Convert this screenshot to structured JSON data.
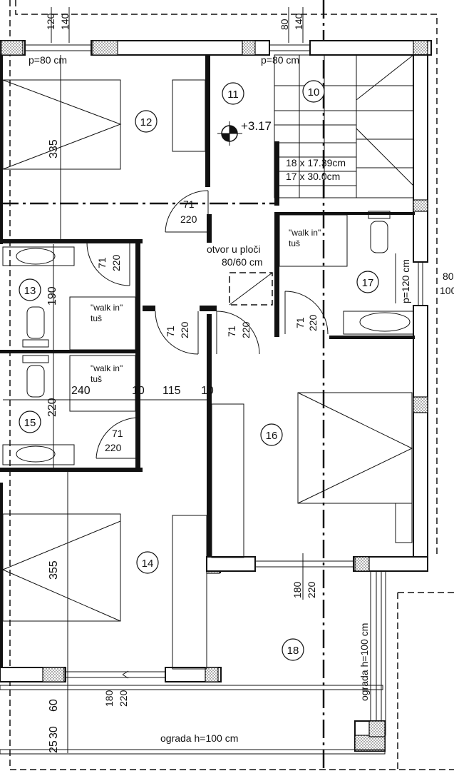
{
  "rooms": [
    {
      "number": "10"
    },
    {
      "number": "11"
    },
    {
      "number": "12"
    },
    {
      "number": "13"
    },
    {
      "number": "14"
    },
    {
      "number": "15"
    },
    {
      "number": "16"
    },
    {
      "number": "17"
    },
    {
      "number": "18"
    }
  ],
  "level_marker": "+3.17",
  "stairs": {
    "line1": "18 x 17.39cm",
    "line2": "17 x 30.0cm"
  },
  "opening": {
    "line1": "otvor u ploči",
    "line2": "80/60 cm"
  },
  "showers": [
    {
      "line1": "\"walk in\"",
      "line2": "tuš"
    },
    {
      "line1": "\"walk in\"",
      "line2": "tuš"
    },
    {
      "line1": "\"walk in\"",
      "line2": "tuš"
    }
  ],
  "windows": {
    "p80_left": "p=80 cm",
    "p80_right": "p=80 cm",
    "p120_right": "p=120 cm",
    "side_80": "80",
    "side_100": "100"
  },
  "dims": {
    "top_left_a": "120",
    "top_left_b": "140",
    "top_right_a": "80",
    "top_right_b": "140",
    "d335": "335",
    "d355": "355",
    "d190": "190",
    "d220_left": "220",
    "d240": "240",
    "d10_a": "10",
    "d115": "115",
    "d10_b": "10",
    "d60": "60",
    "d25": "25",
    "d30": "30"
  },
  "doors": [
    {
      "w": "71",
      "h": "220"
    },
    {
      "w": "71",
      "h": "220"
    },
    {
      "w": "71",
      "h": "220"
    },
    {
      "w": "71",
      "h": "220"
    },
    {
      "w": "71",
      "h": "220"
    },
    {
      "w": "71",
      "h": "220"
    }
  ],
  "door_balcony_right": {
    "w": "180",
    "h": "220"
  },
  "door_balcony_left": {
    "w": "180",
    "h": "220"
  },
  "railing_right": "ograda h=100 cm",
  "railing_bottom": "ograda h=100 cm"
}
